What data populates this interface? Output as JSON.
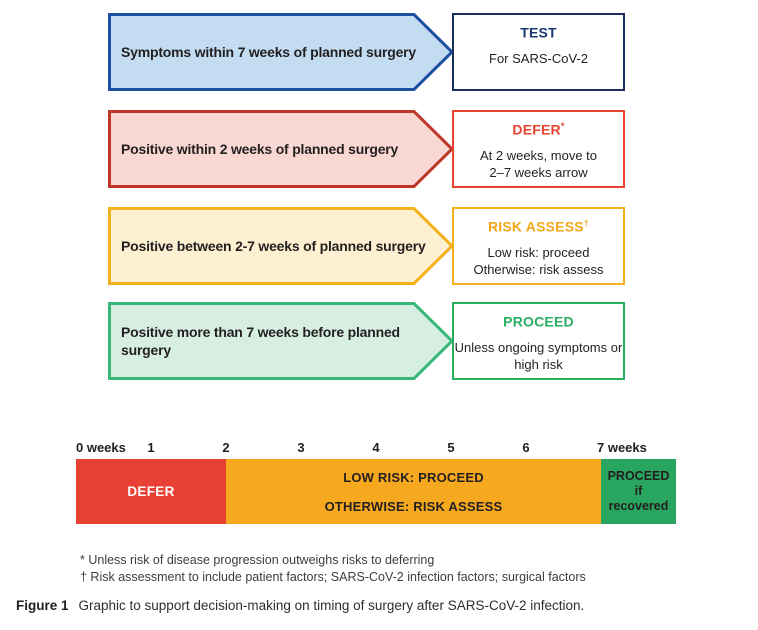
{
  "rows": [
    {
      "arrow_label": "Symptoms within 7 weeks of planned surgery",
      "box_title": "TEST",
      "box_title_sup": "",
      "box_lines": [
        "For SARS-CoV-2"
      ],
      "colors": {
        "arrow_fill": "#c3dcf2",
        "arrow_border": "#1d4fa1",
        "box_border": "#1a2f5e",
        "title": "#173a70"
      }
    },
    {
      "arrow_label": "Positive within 2 weeks of planned surgery",
      "box_title": "DEFER",
      "box_title_sup": "*",
      "box_lines": [
        "At 2 weeks, move to",
        "2–7 weeks arrow"
      ],
      "colors": {
        "arrow_fill": "#f9d8d4",
        "arrow_border": "#c0372a",
        "box_border": "#e8432e",
        "title": "#e8432e"
      }
    },
    {
      "arrow_label": "Positive between 2-7 weeks of planned surgery",
      "box_title": "RISK ASSESS",
      "box_title_sup": "†",
      "box_lines": [
        "Low risk: proceed",
        "Otherwise: risk assess"
      ],
      "colors": {
        "arrow_fill": "#fdf1d2",
        "arrow_border": "#f2b11d",
        "box_border": "#f2b11d",
        "title": "#f0a71c"
      }
    },
    {
      "arrow_label": "Positive more than 7 weeks before planned surgery",
      "box_title": "PROCEED",
      "box_title_sup": "",
      "box_lines": [
        "Unless ongoing symptoms or",
        "high risk"
      ],
      "colors": {
        "arrow_fill": "#d6efe2",
        "arrow_border": "#37b778",
        "box_border": "#28ae61",
        "title": "#28ae61"
      }
    }
  ],
  "timeline": {
    "tick_labels": [
      "0 weeks",
      "1",
      "2",
      "3",
      "4",
      "5",
      "6",
      "7 weeks"
    ],
    "segments": [
      {
        "name": "defer",
        "weeks": "0-2",
        "width_pct": 25,
        "color": "#e84133",
        "text_color": "#ffffff",
        "lines": [
          "DEFER"
        ]
      },
      {
        "name": "risk-assess",
        "weeks": "2-7",
        "width_pct": 62.5,
        "color": "#f6a81e",
        "text_color": "#231f20",
        "lines": [
          "LOW RISK: PROCEED",
          "OTHERWISE: RISK ASSESS"
        ]
      },
      {
        "name": "proceed",
        "weeks": "7+",
        "width_pct": 12.5,
        "color": "#28a55f",
        "text_color": "#231f20",
        "lines": [
          "PROCEED",
          "if",
          "recovered"
        ]
      }
    ]
  },
  "footnotes": [
    "* Unless risk of disease progression outweighs risks to deferring",
    "† Risk assessment to include patient factors; SARS-CoV-2 infection factors; surgical factors"
  ],
  "caption": {
    "label": "Figure 1",
    "text": "Graphic to support decision-making on timing of surgery after SARS-CoV-2 infection."
  }
}
